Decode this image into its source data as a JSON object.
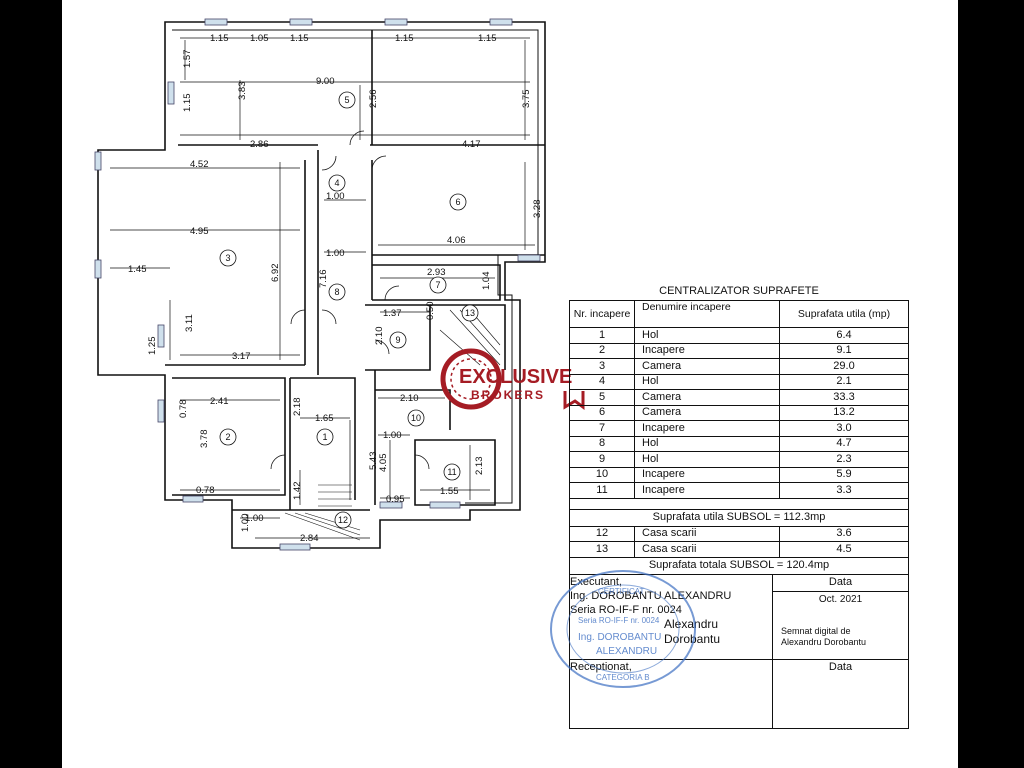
{
  "plan": {
    "rooms": [
      {
        "id": "1"
      },
      {
        "id": "2"
      },
      {
        "id": "3"
      },
      {
        "id": "4"
      },
      {
        "id": "5"
      },
      {
        "id": "6"
      },
      {
        "id": "7"
      },
      {
        "id": "8"
      },
      {
        "id": "9"
      },
      {
        "id": "10"
      },
      {
        "id": "11"
      },
      {
        "id": "12"
      },
      {
        "id": "13"
      }
    ],
    "dimensions": [
      "1.15",
      "1.05",
      "1.15",
      "1.15",
      "1.15",
      "1.57",
      "1.15",
      "3.83",
      "9.00",
      "2.56",
      "3.75",
      "2.86",
      "4.17",
      "4.52",
      "1.00",
      "3.28",
      "4.95",
      "4.06",
      "1.00",
      "6.92",
      "7.16",
      "2.93",
      "1.04",
      "1.45",
      "1.37",
      "0.50",
      "3.11",
      "2.10",
      "1.25",
      "3.17",
      "2.41",
      "2.18",
      "0.78",
      "1.65",
      "2.10",
      "3.78",
      "5.43",
      "1.00",
      "4.05",
      "2.13",
      "1.42",
      "0.78",
      "1.55",
      "0.95",
      "1.00",
      "1.00",
      "2.84"
    ]
  },
  "watermark": {
    "line1": "EXCLUSIVE",
    "line2": "BROKERS",
    "color": "#a51c24"
  },
  "summary": {
    "title": "CENTRALIZATOR SUPRAFETE",
    "headers": {
      "nr": "Nr. incapere",
      "name": "Denumire incapere",
      "area": "Suprafata utila (mp)"
    },
    "rows": [
      {
        "nr": "1",
        "name": "Hol",
        "area": "6.4"
      },
      {
        "nr": "2",
        "name": "Incapere",
        "area": "9.1"
      },
      {
        "nr": "3",
        "name": "Camera",
        "area": "29.0"
      },
      {
        "nr": "4",
        "name": "Hol",
        "area": "2.1"
      },
      {
        "nr": "5",
        "name": "Camera",
        "area": "33.3"
      },
      {
        "nr": "6",
        "name": "Camera",
        "area": "13.2"
      },
      {
        "nr": "7",
        "name": "Incapere",
        "area": "3.0"
      },
      {
        "nr": "8",
        "name": "Hol",
        "area": "4.7"
      },
      {
        "nr": "9",
        "name": "Hol",
        "area": "2.3"
      },
      {
        "nr": "10",
        "name": "Incapere",
        "area": "5.9"
      },
      {
        "nr": "11",
        "name": "Incapere",
        "area": "3.3"
      }
    ],
    "subtotal": "Suprafata utila SUBSOL = 112.3mp",
    "stairs": [
      {
        "nr": "12",
        "name": "Casa scarii",
        "area": "3.6"
      },
      {
        "nr": "13",
        "name": "Casa scarii",
        "area": "4.5"
      }
    ],
    "total": "Suprafata totala SUBSOL = 120.4mp"
  },
  "signature": {
    "executant_label": "Executant,",
    "date_label": "Data",
    "engineer": "Ing. DOROBANTU ALEXANDRU",
    "date_value": "Oct. 2021",
    "series": "Seria RO-IF-F nr. 0024",
    "sig_first": "Alexandru",
    "sig_last": "Dorobantu",
    "digital_line1": "Semnat digital de",
    "digital_line2": "Alexandru Dorobantu",
    "receptionat_label": "Receptionat,",
    "date_label2": "Data"
  },
  "stamp": {
    "line1": "CERTIFICAT",
    "line2": "Seria RO-IF-F nr. 0024",
    "line3": "Ing. DOROBANTU",
    "line4": "ALEXANDRU",
    "line5": "CATEGORIA B",
    "color": "#3d6fc2"
  }
}
